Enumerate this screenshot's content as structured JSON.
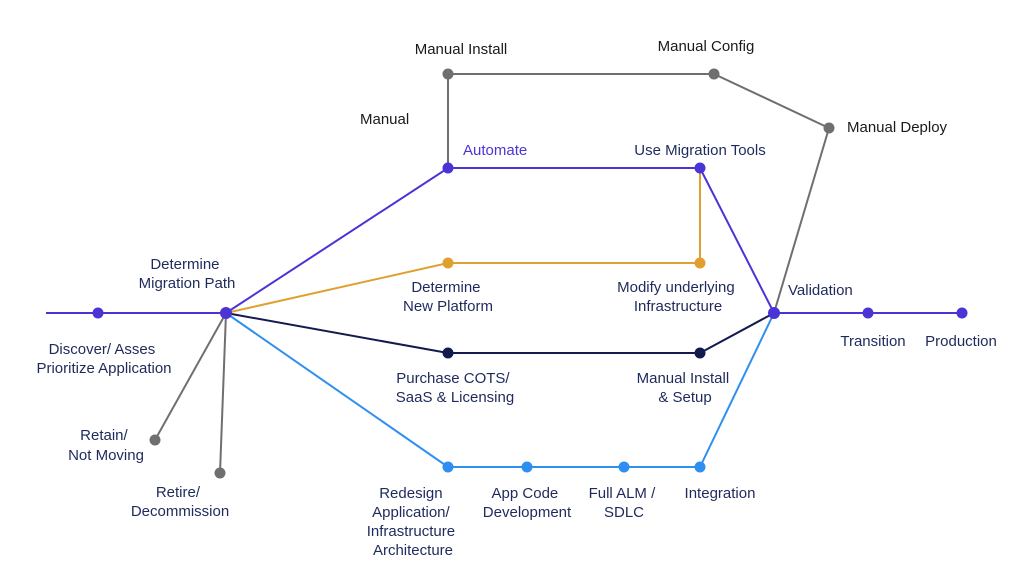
{
  "colors": {
    "gray": "#6f6f6f",
    "purple": "#4a34d6",
    "orange": "#e0a030",
    "navy": "#121a4f",
    "blue": "#2f8ff0",
    "label_navy": "#1f2a5c"
  },
  "labels": {
    "manual_install_top": "Manual Install",
    "manual_config": "Manual Config",
    "manual": "Manual",
    "manual_deploy": "Manual Deploy",
    "automate": "Automate",
    "use_migration_tools": "Use Migration Tools",
    "determine_migration_path": [
      "Determine",
      "Migration Path"
    ],
    "determine_new_platform": [
      "Determine",
      "New Platform"
    ],
    "modify_infrastructure": [
      "Modify underlying",
      "Infrastructure"
    ],
    "validation": "Validation",
    "discover": [
      "Discover/ Asses",
      "Prioritize Application"
    ],
    "transition": "Transition",
    "production": "Production",
    "purchase_cots": [
      "Purchase COTS/",
      "SaaS & Licensing"
    ],
    "manual_install_setup": [
      "Manual Install",
      "& Setup"
    ],
    "retain": [
      "Retain/",
      "Not Moving"
    ],
    "retire": [
      "Retire/",
      "Decommission"
    ],
    "redesign": [
      "Redesign",
      "Application/",
      "Infrastructure",
      "Architecture"
    ],
    "app_code": [
      "App Code",
      "Development"
    ],
    "full_alm": [
      "Full ALM /",
      "SDLC"
    ],
    "integration": "Integration"
  }
}
